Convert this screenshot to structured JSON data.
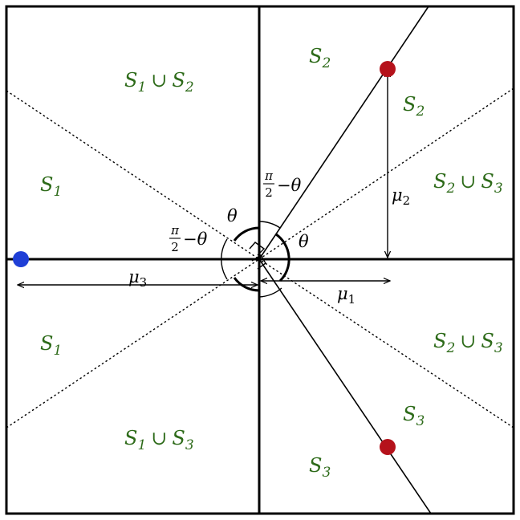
{
  "colors": {
    "region_label": "#2e6b1a",
    "point_red": "#b5121b",
    "point_blue": "#1f3fd6",
    "line": "#000000"
  },
  "region_labels": [
    {
      "id": "upper-left-top",
      "sets": [
        "1",
        "2"
      ]
    },
    {
      "id": "upper-left-side",
      "sets": [
        "1"
      ]
    },
    {
      "id": "upper-right-top",
      "sets": [
        "2"
      ]
    },
    {
      "id": "upper-right-inner",
      "sets": [
        "2"
      ]
    },
    {
      "id": "upper-right-side",
      "sets": [
        "2",
        "3"
      ]
    },
    {
      "id": "lower-left-side",
      "sets": [
        "1"
      ]
    },
    {
      "id": "lower-left-bottom",
      "sets": [
        "1",
        "3"
      ]
    },
    {
      "id": "lower-right-side",
      "sets": [
        "2",
        "3"
      ]
    },
    {
      "id": "lower-right-inner",
      "sets": [
        "3"
      ]
    },
    {
      "id": "lower-right-bottom",
      "sets": [
        "3"
      ]
    }
  ],
  "set_symbol": "S",
  "union_symbol": "∪",
  "distances": {
    "mu1": {
      "symbol": "μ",
      "sub": "1"
    },
    "mu2": {
      "symbol": "μ",
      "sub": "2"
    },
    "mu3": {
      "symbol": "μ",
      "sub": "3"
    }
  },
  "angles": {
    "theta_label": "θ",
    "complement": {
      "numerator": "π",
      "denominator": "2",
      "suffix": "−θ"
    }
  },
  "points": [
    {
      "id": "red-upper",
      "color": "point_red"
    },
    {
      "id": "red-lower",
      "color": "point_red"
    },
    {
      "id": "blue-left",
      "color": "point_blue"
    }
  ]
}
